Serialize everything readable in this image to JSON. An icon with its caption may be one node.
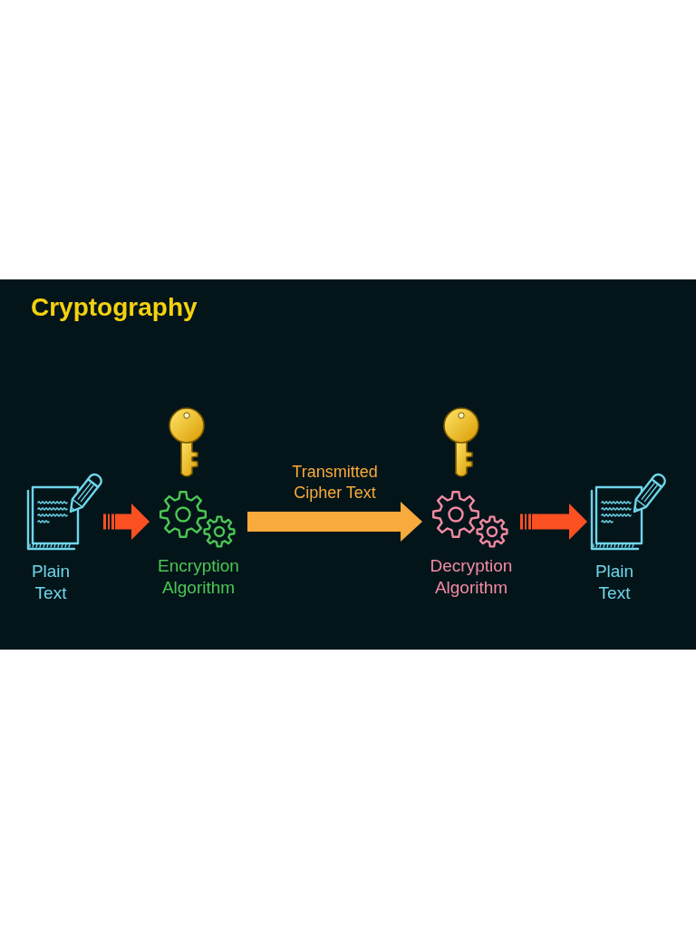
{
  "diagram": {
    "title": "Cryptography",
    "nodes": [
      {
        "text": [
          "Plain Text"
        ]
      },
      {
        "text": [
          "Encryption Algorithm"
        ]
      },
      {
        "text": [
          "Decryption Algorithm"
        ]
      },
      {
        "text": [
          "Plain Text"
        ]
      }
    ],
    "edges": [
      {
        "from": 0,
        "to": 1,
        "arrow": "to"
      },
      {
        "from": 1,
        "to": 2,
        "arrow": "to",
        "label": "Transmitted Cipher Text",
        "color": "#f8aa3c"
      },
      {
        "from": 2,
        "to": 3,
        "arrow": "to"
      }
    ]
  }
}
